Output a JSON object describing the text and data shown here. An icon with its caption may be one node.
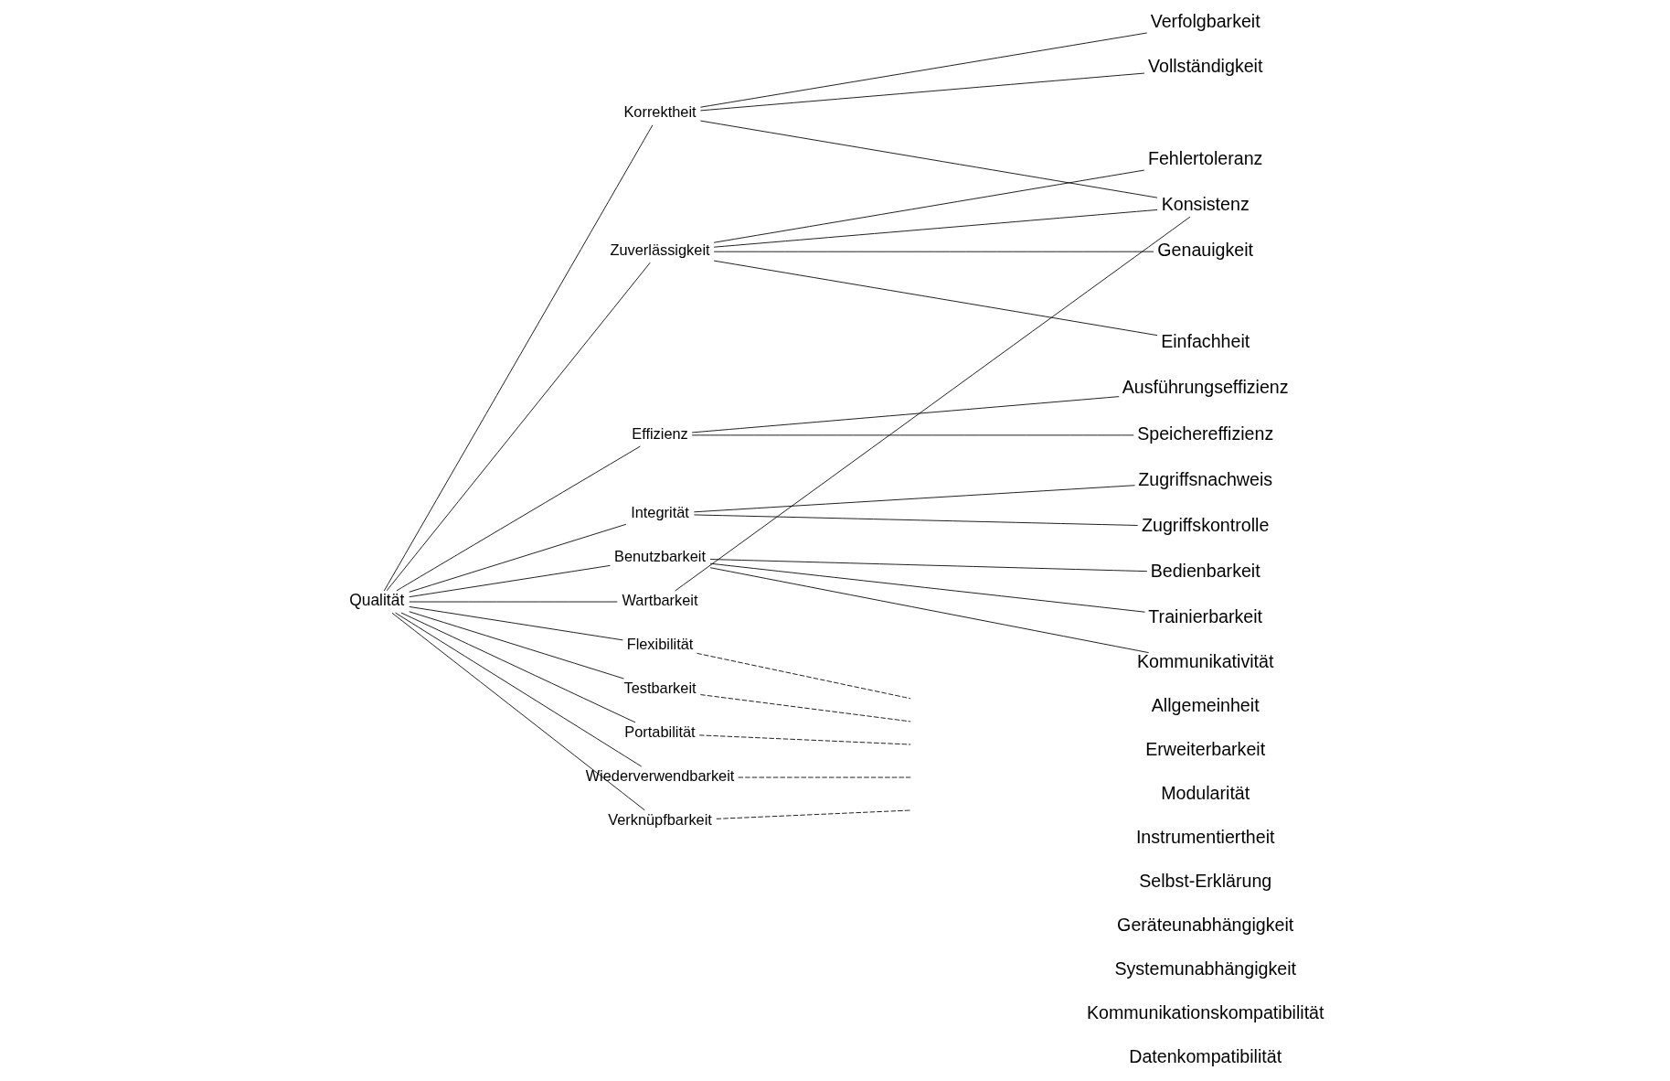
{
  "diagram": {
    "nodes": [
      {
        "text": [
          "Qualität"
        ]
      },
      {
        "text": [
          "Korrektheit"
        ]
      },
      {
        "text": [
          "Zuverlässigkeit"
        ]
      },
      {
        "text": [
          "Effizienz"
        ]
      },
      {
        "text": [
          "Integrität"
        ]
      },
      {
        "text": [
          "Benutzbarkeit"
        ]
      },
      {
        "text": [
          "Wartbarkeit"
        ]
      },
      {
        "text": [
          "Flexibilität"
        ]
      },
      {
        "text": [
          "Testbarkeit"
        ]
      },
      {
        "text": [
          "Portabilität"
        ]
      },
      {
        "text": [
          "Wiederverwendbarkeit"
        ]
      },
      {
        "text": [
          "Verknüpfbarkeit"
        ]
      },
      {
        "text": [
          "Verfolgbarkeit"
        ]
      },
      {
        "text": [
          "Vollständigkeit"
        ]
      },
      {
        "text": [
          "Fehlertoleranz"
        ]
      },
      {
        "text": [
          "Konsistenz"
        ]
      },
      {
        "text": [
          "Genauigkeit"
        ]
      },
      {
        "text": [
          "Einfachheit"
        ]
      },
      {
        "text": [
          "Ausführungseffizienz"
        ]
      },
      {
        "text": [
          "Speichereffizienz"
        ]
      },
      {
        "text": [
          "Zugriffsnachweis"
        ]
      },
      {
        "text": [
          "Zugriffskontrolle"
        ]
      },
      {
        "text": [
          "Bedienbarkeit"
        ]
      },
      {
        "text": [
          "Trainierbarkeit"
        ]
      },
      {
        "text": [
          "Kommunikativität"
        ]
      },
      {
        "text": [
          "Allgemeinheit"
        ]
      },
      {
        "text": [
          "Erweiterbarkeit"
        ]
      },
      {
        "text": [
          "Modularität"
        ]
      },
      {
        "text": [
          "Instrumentiertheit"
        ]
      },
      {
        "text": [
          "Selbst-Erklärung"
        ]
      },
      {
        "text": [
          "Geräteunabhängigkeit"
        ]
      },
      {
        "text": [
          "Systemunabhängigkeit"
        ]
      },
      {
        "text": [
          "Kommunikationskompatibilität"
        ]
      },
      {
        "text": [
          "Datenkompatibilität"
        ]
      }
    ],
    "edges": [
      {
        "from": 0,
        "to": 1,
        "arrow": "none"
      },
      {
        "from": 0,
        "to": 2,
        "arrow": "none"
      },
      {
        "from": 0,
        "to": 3,
        "arrow": "none"
      },
      {
        "from": 0,
        "to": 4,
        "arrow": "none"
      },
      {
        "from": 0,
        "to": 5,
        "arrow": "none"
      },
      {
        "from": 0,
        "to": 6,
        "arrow": "none"
      },
      {
        "from": 0,
        "to": 7,
        "arrow": "none"
      },
      {
        "from": 0,
        "to": 8,
        "arrow": "none"
      },
      {
        "from": 0,
        "to": 9,
        "arrow": "none"
      },
      {
        "from": 0,
        "to": 10,
        "arrow": "none"
      },
      {
        "from": 0,
        "to": 11,
        "arrow": "none"
      },
      {
        "from": 1,
        "to": 12,
        "arrow": "none"
      },
      {
        "from": 1,
        "to": 13,
        "arrow": "none"
      },
      {
        "from": 1,
        "to": 15,
        "arrow": "none"
      },
      {
        "from": 2,
        "to": 14,
        "arrow": "none"
      },
      {
        "from": 2,
        "to": 15,
        "arrow": "none"
      },
      {
        "from": 2,
        "to": 16,
        "arrow": "none"
      },
      {
        "from": 2,
        "to": 17,
        "arrow": "none"
      },
      {
        "from": 3,
        "to": 18,
        "arrow": "none"
      },
      {
        "from": 3,
        "to": 19,
        "arrow": "none"
      },
      {
        "from": 4,
        "to": 20,
        "arrow": "none"
      },
      {
        "from": 4,
        "to": 21,
        "arrow": "none"
      },
      {
        "from": 5,
        "to": 22,
        "arrow": "none"
      },
      {
        "from": 5,
        "to": 23,
        "arrow": "none"
      },
      {
        "from": 5,
        "to": 24,
        "arrow": "none"
      },
      {
        "from": 6,
        "to": 15,
        "arrow": "none"
      },
      {
        "from": 7,
        "to": null,
        "arrow": "none",
        "style": "dashed"
      },
      {
        "from": 8,
        "to": null,
        "arrow": "none",
        "style": "dashed"
      },
      {
        "from": 9,
        "to": null,
        "arrow": "none",
        "style": "dashed"
      },
      {
        "from": 10,
        "to": null,
        "arrow": "none",
        "style": "dashed"
      },
      {
        "from": 11,
        "to": null,
        "arrow": "none",
        "style": "dashed"
      }
    ]
  }
}
